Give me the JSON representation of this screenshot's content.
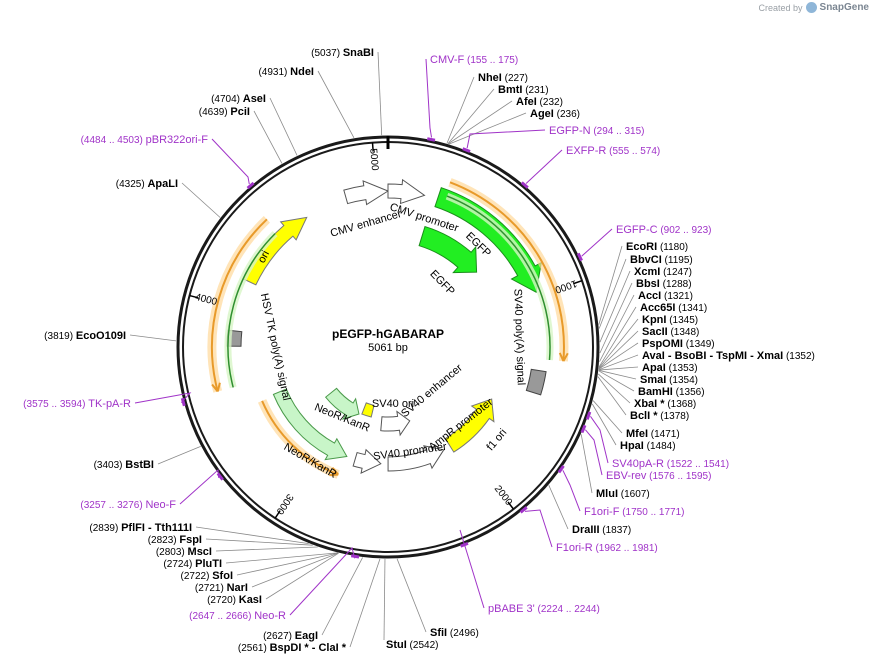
{
  "credit": {
    "prefix": "Created by",
    "brand": "SnapGene"
  },
  "plasmid": {
    "name": "pEGFP-hGABARAP",
    "size_label": "5061 bp",
    "length": 5061
  },
  "ticks": [
    "1000",
    "2000",
    "3000",
    "4000",
    "5000"
  ],
  "sites": [
    {
      "label": "SnaBI",
      "pos": "(5037)"
    },
    {
      "label": "NdeI",
      "pos": "(4931)"
    },
    {
      "label": "AseI",
      "pos": "(4704)"
    },
    {
      "label": "PciI",
      "pos": "(4639)"
    },
    {
      "label": "ApaLI",
      "pos": "(4325)"
    },
    {
      "label": "EcoO109I",
      "pos": "(3819)"
    },
    {
      "label": "BstBI",
      "pos": "(3403)"
    },
    {
      "label": "PflFI - Tth111I",
      "pos": "(2839)"
    },
    {
      "label": "FspI",
      "pos": "(2823)"
    },
    {
      "label": "MscI",
      "pos": "(2803)"
    },
    {
      "label": "PluTI",
      "pos": "(2724)"
    },
    {
      "label": "SfoI",
      "pos": "(2722)"
    },
    {
      "label": "NarI",
      "pos": "(2721)"
    },
    {
      "label": "KasI",
      "pos": "(2720)"
    },
    {
      "label": "EagI",
      "pos": "(2627)"
    },
    {
      "label": "BspDI * - ClaI *",
      "pos": "(2561)"
    },
    {
      "label": "StuI",
      "pos": "(2542)"
    },
    {
      "label": "SfiI",
      "pos": "(2496)"
    },
    {
      "label": "NheI",
      "pos": "(227)"
    },
    {
      "label": "BmtI",
      "pos": "(231)"
    },
    {
      "label": "AfeI",
      "pos": "(232)"
    },
    {
      "label": "AgeI",
      "pos": "(236)"
    },
    {
      "label": "EcoRI",
      "pos": "(1180)"
    },
    {
      "label": "BbvCI",
      "pos": "(1195)"
    },
    {
      "label": "XcmI",
      "pos": "(1247)"
    },
    {
      "label": "BbsI",
      "pos": "(1288)"
    },
    {
      "label": "AccI",
      "pos": "(1321)"
    },
    {
      "label": "Acc65I",
      "pos": "(1341)"
    },
    {
      "label": "KpnI",
      "pos": "(1345)"
    },
    {
      "label": "SacII",
      "pos": "(1348)"
    },
    {
      "label": "PspOMI",
      "pos": "(1349)"
    },
    {
      "label": "AvaI  - BsoBI  - TspMI  - XmaI",
      "pos": "(1352)"
    },
    {
      "label": "ApaI",
      "pos": "(1353)"
    },
    {
      "label": "SmaI",
      "pos": "(1354)"
    },
    {
      "label": "BamHI",
      "pos": "(1356)"
    },
    {
      "label": "XbaI *",
      "pos": "(1368)"
    },
    {
      "label": "BclI *",
      "pos": "(1378)"
    },
    {
      "label": "MfeI",
      "pos": "(1471)"
    },
    {
      "label": "HpaI",
      "pos": "(1484)"
    },
    {
      "label": "MluI",
      "pos": "(1607)"
    },
    {
      "label": "DraIII",
      "pos": "(1837)"
    }
  ],
  "primers": [
    {
      "label": "CMV-F",
      "range": "(155 .. 175)"
    },
    {
      "label": "EGFP-N",
      "range": "(294 .. 315)"
    },
    {
      "label": "EXFP-R",
      "range": "(555 .. 574)"
    },
    {
      "label": "EGFP-C",
      "range": "(902 .. 923)"
    },
    {
      "label": "SV40pA-R",
      "range": "(1522 .. 1541)"
    },
    {
      "label": "EBV-rev",
      "range": "(1576 .. 1595)"
    },
    {
      "label": "F1ori-F",
      "range": "(1750 .. 1771)"
    },
    {
      "label": "F1ori-R",
      "range": "(1962 .. 1981)"
    },
    {
      "label": "pBABE 3'",
      "range": "(2224 .. 2244)"
    },
    {
      "label": "Neo-R",
      "range": "(2647 .. 2666)"
    },
    {
      "label": "Neo-F",
      "range": "(3257 .. 3276)"
    },
    {
      "label": "TK-pA-R",
      "range": "(3575 .. 3594)"
    },
    {
      "label": "pBR322ori-F",
      "range": "(4484 .. 4503)"
    }
  ],
  "features": [
    {
      "label": "CMV enhancer"
    },
    {
      "label": "CMV promoter"
    },
    {
      "label": "EGFP"
    },
    {
      "label": "EGFP"
    },
    {
      "label": "SV40 poly(A) signal"
    },
    {
      "label": "f1 ori"
    },
    {
      "label": "AmpR promoter"
    },
    {
      "label": "SV40 enhancer"
    },
    {
      "label": "SV40 ori"
    },
    {
      "label": "NeoR/KanR"
    },
    {
      "label": "SV40 promoter"
    },
    {
      "label": "NeoR/KanR"
    },
    {
      "label": "HSV TK poly(A) signal"
    },
    {
      "label": "ori"
    }
  ],
  "colors": {
    "primer": "#a033c8",
    "egfp": "#22ee22",
    "ori": "#ffff00",
    "neo": "#c8f5c8",
    "orf": "#e89a2a",
    "backbone": "#1a1a1a"
  }
}
